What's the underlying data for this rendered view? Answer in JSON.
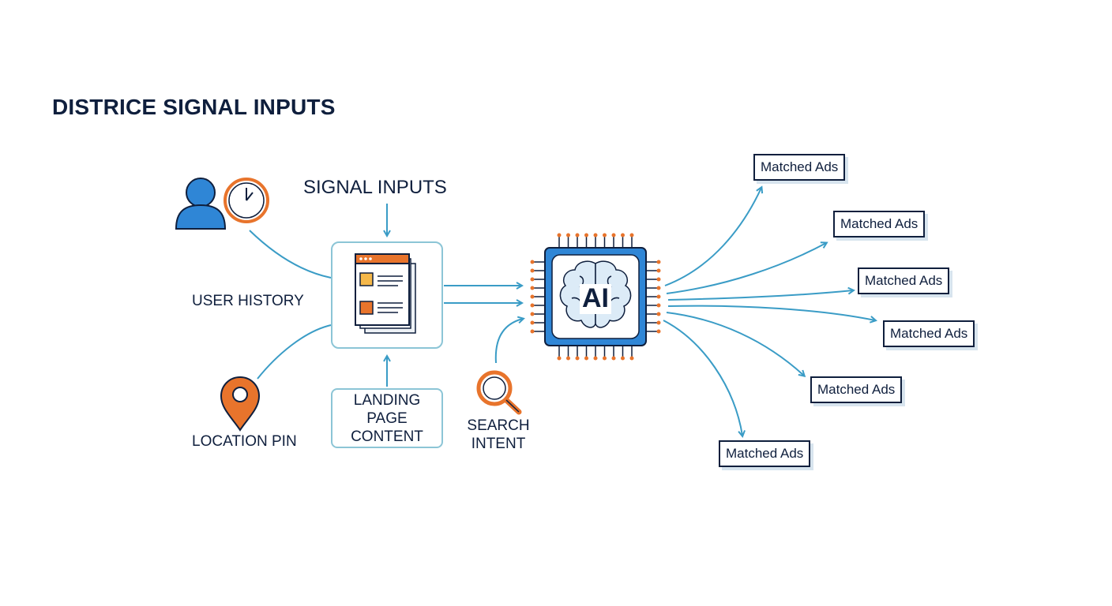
{
  "title": "DISTRICE SIGNAL INPUTS",
  "signal_inputs": "SIGNAL INPUTS",
  "user_history": "USER HISTORY",
  "location_pin": "LOCATION PIN",
  "landing_page_content": [
    "LANDING PAGE",
    "CONTENT"
  ],
  "search_intent": [
    "SEARCH",
    "INTENT"
  ],
  "ai_label": "AI",
  "matched_ads": [
    "Matched Ads",
    "Matched Ads",
    "Matched Ads",
    "Matched Ads",
    "Matched Ads",
    "Matched Ads"
  ],
  "colors": {
    "navy": "#0f1f3d",
    "blue": "#2f86d6",
    "orange": "#e8742c",
    "teal": "#3a9cc6",
    "light_blue": "#8cc5d6"
  }
}
